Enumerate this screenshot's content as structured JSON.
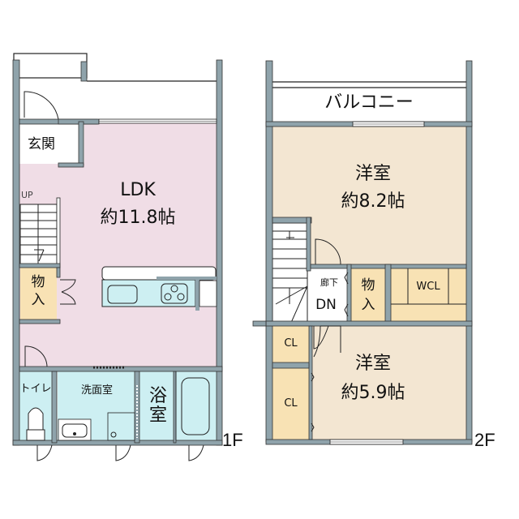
{
  "floor1": {
    "label": "1F",
    "rooms": {
      "entrance": "玄関",
      "ldk_name": "LDK",
      "ldk_size": "約11.8帖",
      "storage": [
        "物",
        "入"
      ],
      "stairs": "UP",
      "toilet": "トイレ",
      "washroom": "洗面室",
      "bathroom": [
        "浴",
        "室"
      ]
    }
  },
  "floor2": {
    "label": "2F",
    "rooms": {
      "balcony": "バルコニー",
      "western1_name": "洋室",
      "western1_size": "約8.2帖",
      "hallway": "廊下",
      "stairs": "DN",
      "storage": [
        "物",
        "入"
      ],
      "wcl": "WCL",
      "cl1": "CL",
      "cl2": "CL",
      "western2_name": "洋室",
      "western2_size": "約5.9帖"
    }
  },
  "colors": {
    "wall": "#8fa3ab",
    "ldk": "#f0dde6",
    "western": "#f3e6d2",
    "storage": "#f8e2b4",
    "wet": "#cdeff2",
    "white": "#ffffff"
  }
}
